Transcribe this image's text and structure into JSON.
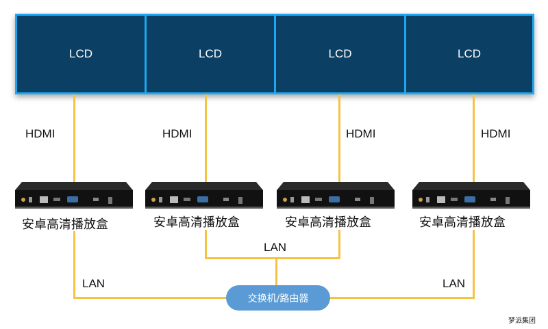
{
  "lcds": [
    {
      "label": "LCD"
    },
    {
      "label": "LCD"
    },
    {
      "label": "LCD"
    },
    {
      "label": "LCD"
    }
  ],
  "hdmi_labels": [
    "HDMI",
    "HDMI",
    "HDMI",
    "HDMI"
  ],
  "devices": [
    {
      "label": "安卓高清播放盒"
    },
    {
      "label": "安卓高清播放盒"
    },
    {
      "label": "安卓高清播放盒"
    },
    {
      "label": "安卓高清播放盒"
    }
  ],
  "lan_labels": {
    "left": "LAN",
    "middle": "LAN",
    "right": "LAN"
  },
  "switch": {
    "label": "交换机/路由器"
  },
  "brand": "梦派集团",
  "colors": {
    "lcd_fill": "#0b3f63",
    "lcd_border": "#1ea7f0",
    "cable": "#f5c242",
    "switch": "#5b9bd5"
  }
}
